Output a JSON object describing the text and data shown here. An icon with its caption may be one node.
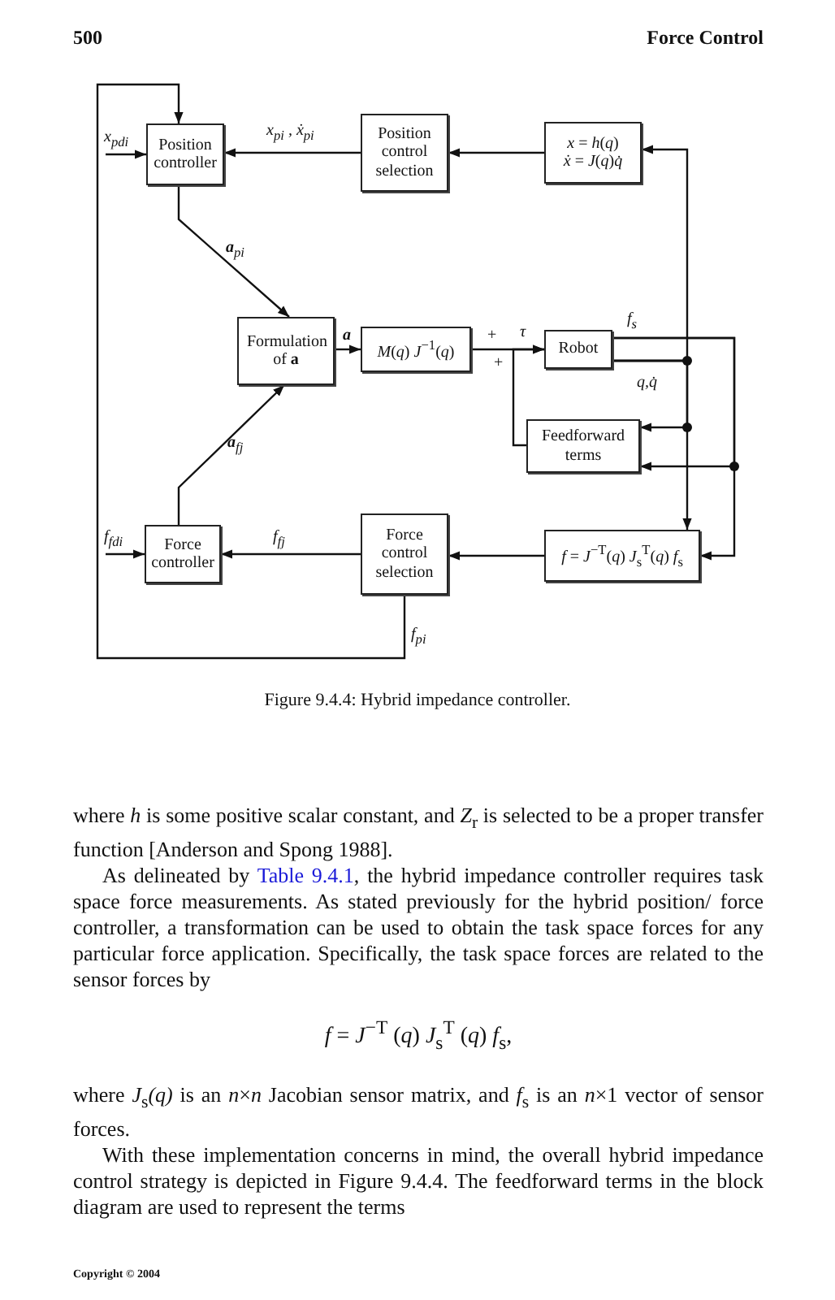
{
  "diagram": {
    "caption": "Figure 9.4.4: Hybrid impedance controller.",
    "nodes": [
      {
        "text": [
          "Position controller"
        ]
      },
      {
        "text": [
          "Position control selection"
        ]
      },
      {
        "text": [
          "*x* = *h*(*q*)",
          "*ẋ* = *J*(*q*)*q̇*"
        ]
      },
      {
        "text": [
          "Formulation of **a**"
        ]
      },
      {
        "text": [
          "*M*(*q*) *J*$^{−1}$(*q*)"
        ]
      },
      {
        "text": [
          "Robot"
        ]
      },
      {
        "text": [
          "Feedforward terms"
        ]
      },
      {
        "text": [
          "Force controller"
        ]
      },
      {
        "text": [
          "Force control selection"
        ]
      },
      {
        "text": [
          "*f* = *J*$^{−T}$(*q*) *J*$_{s}$$^{T}$(*q*) *f*$_{s}$"
        ]
      }
    ],
    "edges": [
      {
        "from": null,
        "to": 0,
        "arrow": "to",
        "label": "*x*$_{pdi}$"
      },
      {
        "from": 1,
        "to": 0,
        "arrow": "to",
        "label": "*x*$_{pi}$ , *ẋ*$_{pi}$"
      },
      {
        "from": 2,
        "to": 1,
        "arrow": "to"
      },
      {
        "from": 0,
        "to": 3,
        "arrow": "to",
        "label": "**a**$_{pi}$"
      },
      {
        "from": 7,
        "to": 3,
        "arrow": "to",
        "label": "**a**$_{fj}$"
      },
      {
        "from": 3,
        "to": 4,
        "arrow": "to",
        "label": "**a**"
      },
      {
        "from": 4,
        "to": 5,
        "arrow": "to",
        "label": "τ"
      },
      {
        "from": 6,
        "to": 5,
        "arrow": "to"
      },
      {
        "from": 5,
        "to": 9,
        "arrow": "to",
        "label": "*f*$_{s}$"
      },
      {
        "from": 5,
        "to": 6,
        "arrow": "to"
      },
      {
        "from": 5,
        "to": 2,
        "arrow": "to",
        "label": "*q*,*q̇*"
      },
      {
        "from": 5,
        "to": 6,
        "arrow": "to"
      },
      {
        "from": 5,
        "to": 9,
        "arrow": "to"
      },
      {
        "from": 9,
        "to": 8,
        "arrow": "to"
      },
      {
        "from": 8,
        "to": 7,
        "arrow": "to",
        "label": "*f*$_{fj}$"
      },
      {
        "from": null,
        "to": 7,
        "arrow": "to",
        "label": "*f*$_{fdi}$"
      },
      {
        "from": 8,
        "to": 0,
        "arrow": "to",
        "label": "*f*$_{pi}$"
      }
    ],
    "labels": [
      "500",
      "Force Control",
      "+",
      "+",
      "where *h* is some positive scalar constant, and *Z*$_{r}$ is selected to be a proper transfer function [Anderson and Spong 1988].",
      "As delineated by",
      "Table 9.4.1",
      ", the hybrid impedance controller requires task space force measurements. As stated previously for the hybrid position/ force controller, a transformation can be used to obtain the task space forces for any particular force application. Specifically, the task space forces are related to the sensor forces by",
      "*f* = *J*$^{−T}$ (*q*) *J*$_{s}$$^{T}$ (*q*) *f*$_{s}$,",
      "where *J*$_{s}$*(q)* is an *n*×*n* Jacobian sensor matrix, and *f*$_{s}$ is an *n*×1 vector of sensor forces.",
      "With these implementation concerns in mind, the overall hybrid impedance control strategy is depicted in Figure 9.4.4. The feedforward terms in the block diagram are used to represent the terms",
      "Copyright © 2004"
    ]
  }
}
